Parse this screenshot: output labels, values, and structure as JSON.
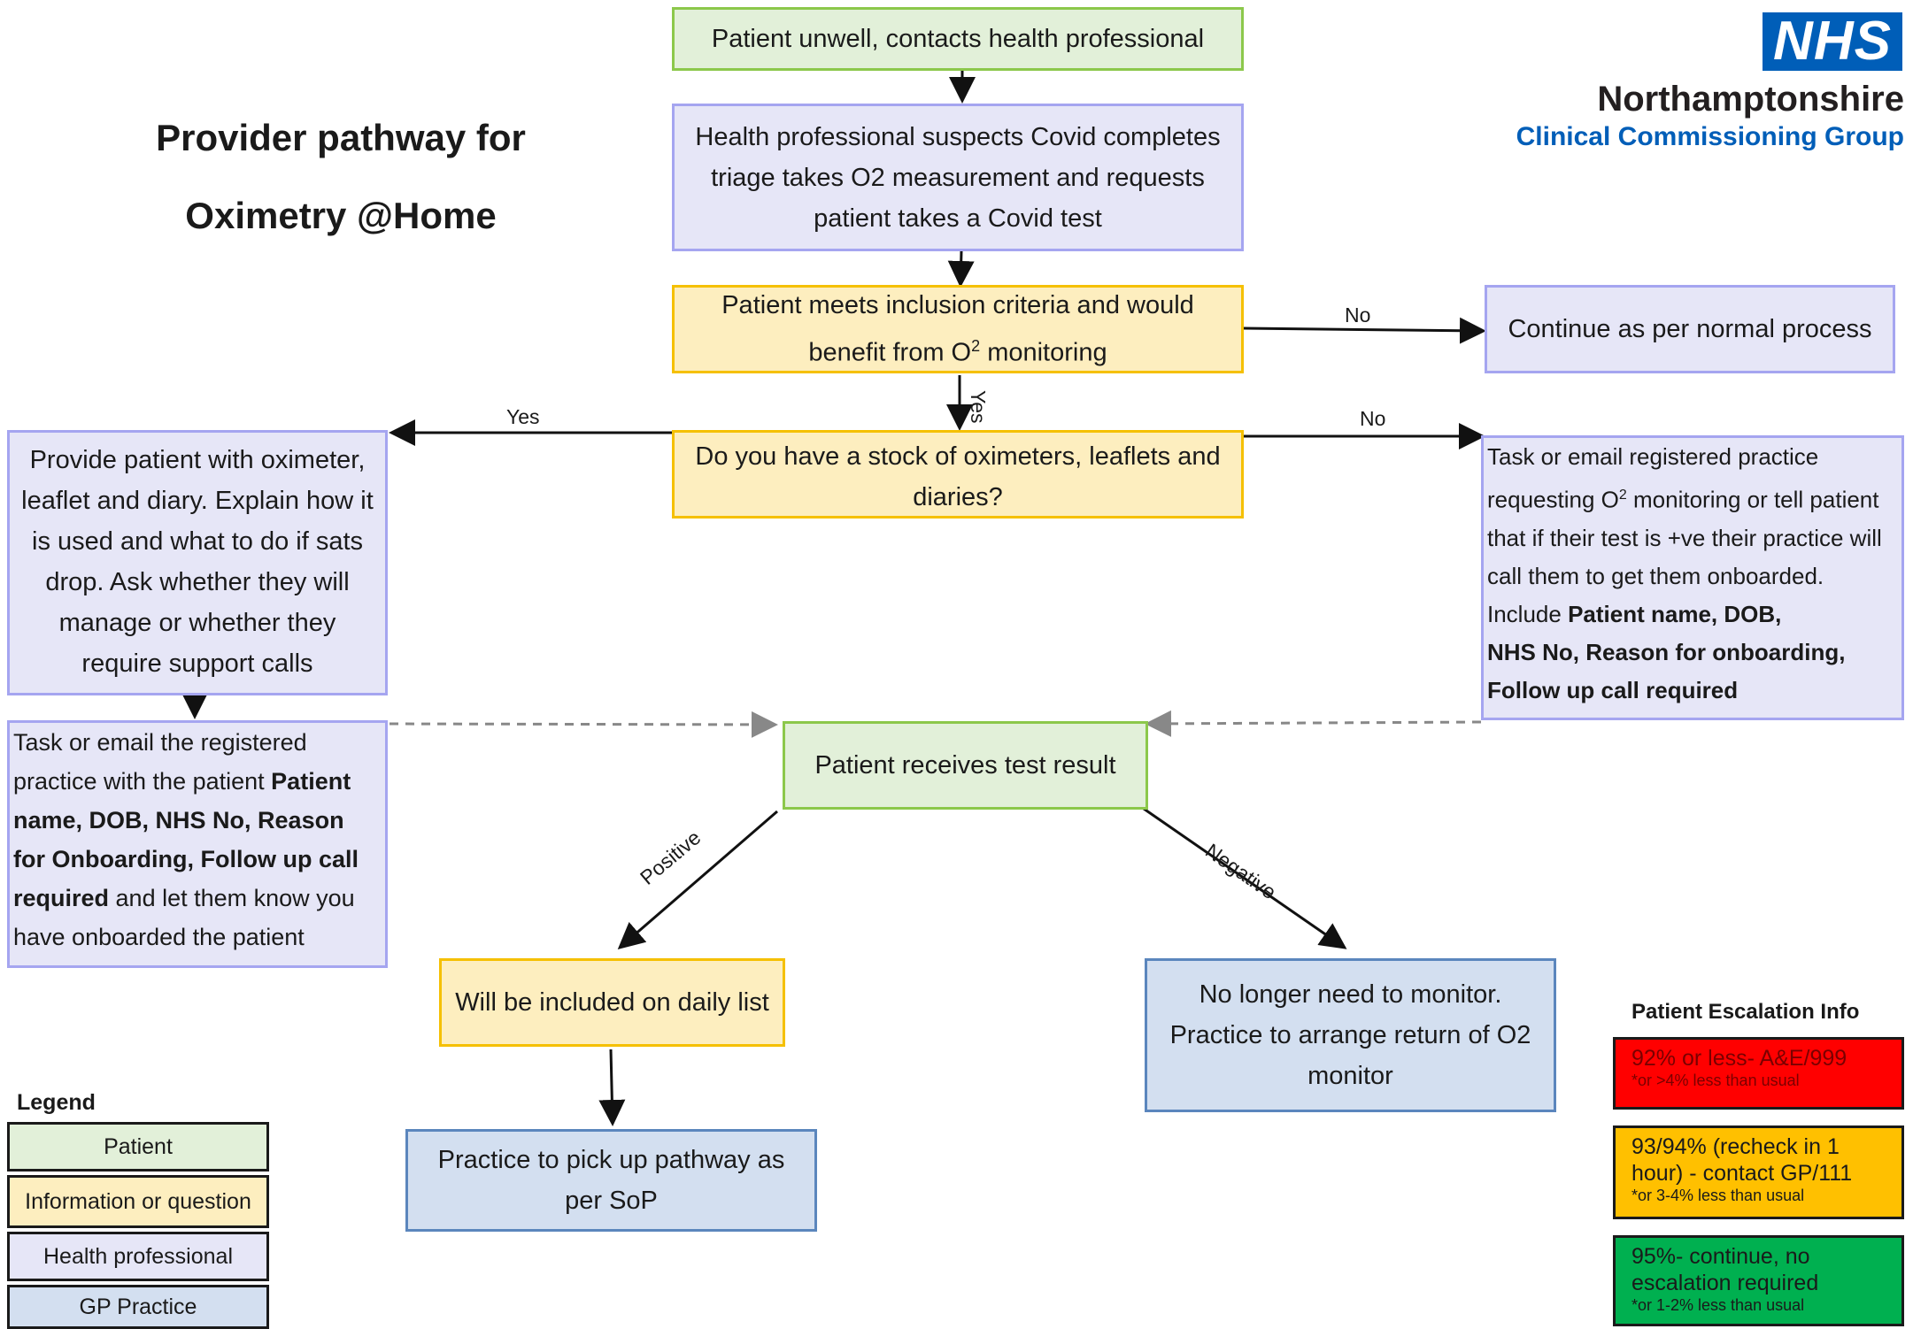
{
  "title": {
    "line1": "Provider pathway for",
    "line2": "Oximetry @Home"
  },
  "logo": {
    "badge": "NHS",
    "org": "Northamptonshire",
    "group": "Clinical Commissioning Group"
  },
  "nodes": {
    "patient_unwell": "Patient unwell, contacts health professional",
    "health_prof_suspects": "Health professional suspects Covid completes triage takes O2 measurement and requests patient takes a Covid test",
    "inclusion_criteria": {
      "text_a": "Patient meets inclusion criteria and would benefit from O",
      "sup": "2",
      "text_b": " monitoring"
    },
    "continue_normal": "Continue as per normal process",
    "stock_question": "Do you have a stock of oximeters, leaflets and diaries?",
    "provide_patient": "Provide patient with oximeter, leaflet and  diary. Explain how it is used and what to do if sats drop.  Ask whether they will manage or whether they require support calls",
    "task_email_practice": {
      "text_a": "Task or email registered practice requesting O",
      "sup": "2",
      "text_b": " monitoring or tell patient that if their test is +ve their practice will call them to get them onboarded. Include ",
      "bold_1": "Patient name, DOB,",
      "bold_2": "NHS No, Reason for onboarding, Follow up call required"
    },
    "task_email_registered": {
      "text_a": "Task or email the registered practice with the patient ",
      "bold": "Patient name, DOB, NHS No, Reason for Onboarding, Follow up call required",
      "text_b": " and let them know you have onboarded the patient"
    },
    "receives_result": "Patient receives test result",
    "daily_list": "Will be included on daily list",
    "no_longer_monitor": "No longer need to monitor. Practice to arrange return of  O2 monitor",
    "practice_pickup": "Practice to pick up pathway as per SoP"
  },
  "edge_labels": {
    "no_1": "No",
    "yes_1": "Yes",
    "yes_2": "Yes",
    "no_2": "No",
    "positive": "Positive",
    "negative": "Negative"
  },
  "legend": {
    "title": "Legend",
    "items": [
      "Patient",
      "Information or question",
      "Health professional",
      "GP Practice"
    ]
  },
  "escalation": {
    "title": "Patient Escalation Info",
    "items": [
      {
        "main": "92% or less- A&E/999",
        "note": "*or >4% less than usual",
        "color": "#ff0000",
        "text_color": "#7a0000"
      },
      {
        "main": "93/94% (recheck in 1 hour) - contact GP/111",
        "note": "*or 3-4% less than usual",
        "color": "#ffc000",
        "text_color": "#1a1a1a"
      },
      {
        "main": "95%- continue, no escalation required",
        "note": "*or 1-2% less than usual",
        "color": "#00b050",
        "text_color": "#1a1a1a"
      }
    ]
  },
  "colors": {
    "patient": "#e2f0d9",
    "info": "#fdeebf",
    "health_prof": "#e6e6f7",
    "gp": "#d3dff0",
    "nhs_blue": "#005eb8"
  }
}
